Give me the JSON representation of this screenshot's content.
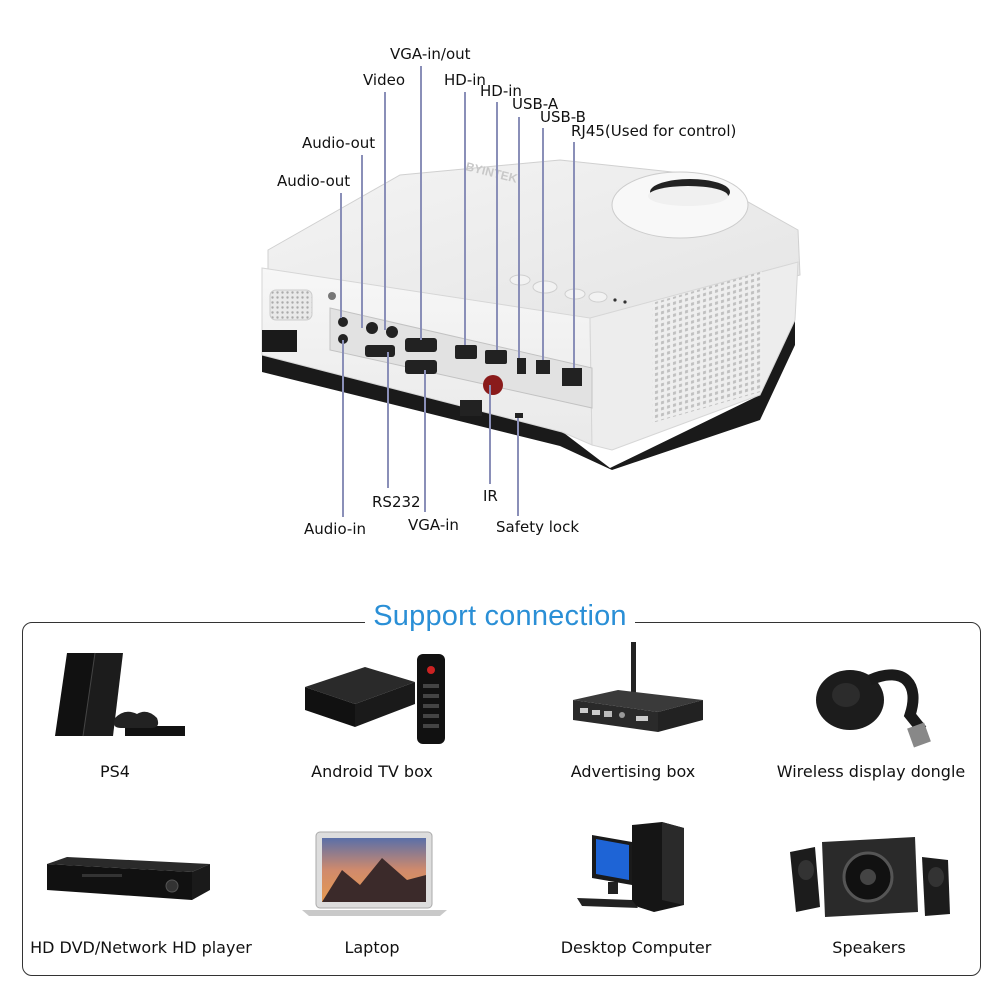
{
  "brand_on_projector": "BYINTEK",
  "port_labels": {
    "vga_in_out": "VGA-in/out",
    "video": "Video",
    "hd_in_1": "HD-in",
    "hd_in_2": "HD-in",
    "usb_a": "USB-A",
    "usb_b": "USB-B",
    "rj45": "RJ45(Used for control)",
    "audio_out_1": "Audio-out",
    "audio_out_2": "Audio-out",
    "rs232": "RS232",
    "ir": "IR",
    "audio_in": "Audio-in",
    "vga_in": "VGA-in",
    "safety_lock": "Safety lock"
  },
  "support": {
    "title": "Support connection",
    "devices": [
      {
        "name": "PS4",
        "icon": "ps4-console-icon"
      },
      {
        "name": "Android TV box",
        "icon": "android-tv-box-icon"
      },
      {
        "name": "Advertising box",
        "icon": "advertising-box-icon"
      },
      {
        "name": "Wireless display dongle",
        "icon": "wireless-dongle-icon"
      },
      {
        "name": "HD DVD/Network HD player",
        "icon": "dvd-player-icon"
      },
      {
        "name": "Laptop",
        "icon": "laptop-icon"
      },
      {
        "name": "Desktop Computer",
        "icon": "desktop-computer-icon"
      },
      {
        "name": "Speakers",
        "icon": "speakers-icon"
      }
    ]
  },
  "colors": {
    "accent_title": "#2a8fd6",
    "leader_line": "#8a8fb8",
    "panel_border": "#333333"
  }
}
